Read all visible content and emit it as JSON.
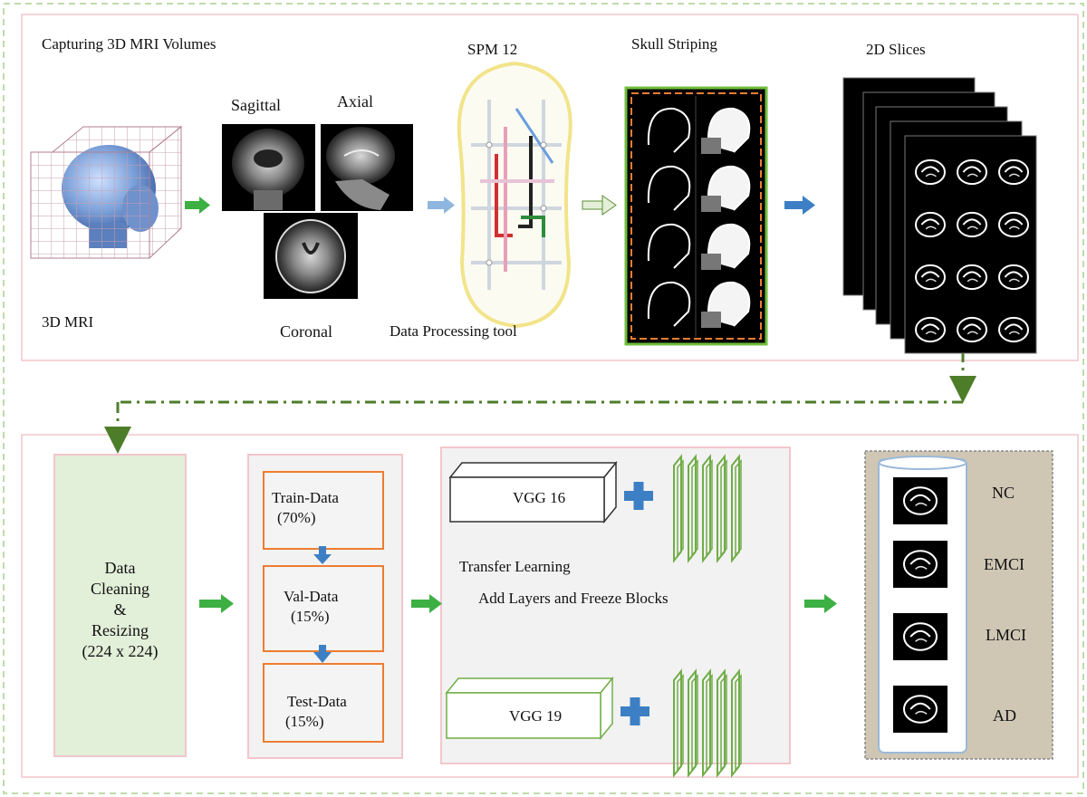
{
  "top_section": {
    "title": "Capturing 3D MRI Volumes",
    "mri_label": "3D MRI",
    "views": {
      "sagittal": "Sagittal",
      "axial": "Axial",
      "coronal": "Coronal"
    },
    "spm": {
      "title": "SPM 12",
      "subtitle": "Data Processing tool"
    },
    "skull_stripping": "Skull Striping",
    "slices": "2D Slices"
  },
  "bottom_section": {
    "cleaning": {
      "line1": "Data",
      "line2": "Cleaning",
      "line3": "&",
      "line4": "Resizing",
      "line5": "(224 x 224)"
    },
    "splits": [
      {
        "name": "Train-Data",
        "pct": "(70%)"
      },
      {
        "name": "Val-Data",
        "pct": "(15%)"
      },
      {
        "name": "Test-Data",
        "pct": "(15%)"
      }
    ],
    "models": {
      "vgg16": "VGG 16",
      "vgg19": "VGG 19",
      "transfer": "Transfer Learning",
      "layers": "Add Layers and Freeze Blocks"
    },
    "classes": [
      "NC",
      "EMCI",
      "LMCI",
      "AD"
    ]
  },
  "colors": {
    "panel_border": "#f2c6cc",
    "dashed_outer": "#a9d08e",
    "arrow_green": "#3cb043",
    "arrow_blue": "#3c7fc4",
    "orange_box": "#ed7d31",
    "dark_green_dash": "#4e7d2a",
    "cleaning_fill": "#e2efd9",
    "results_fill": "#cfc6b4",
    "vgg19_border": "#70ad47"
  }
}
